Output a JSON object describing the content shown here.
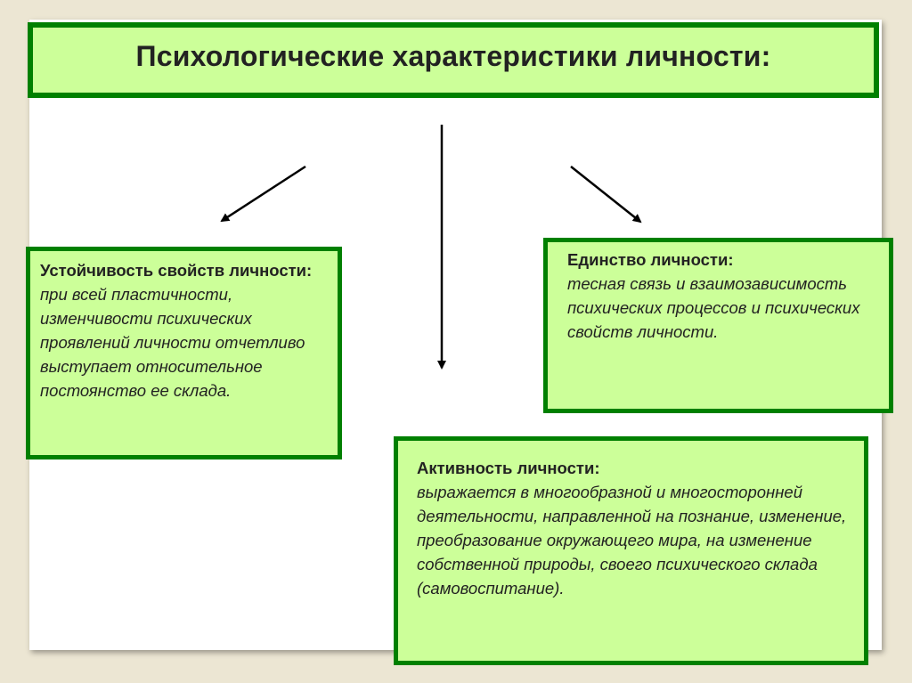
{
  "title": "Психологические характеристики личности:",
  "boxes": {
    "left": {
      "heading": "Устойчивость свойств личности:",
      "text": "при всей пластичности, изменчивости психических проявлений личности отчетливо выступает относительное постоянство ее склада."
    },
    "right": {
      "heading": "Единство личности:",
      "text": "тесная связь и взаимозависимость психических процессов и психических свойств личности."
    },
    "bottom": {
      "heading": "Активность личности:",
      "text": "выражается в многообразной и многосторонней деятельности, направленной на познание, изменение, преобразование окружающего мира, на изменение собственной природы, своего психического склада (самовоспитание)."
    }
  },
  "colors": {
    "box_fill": "#ccff99",
    "box_border": "#008000",
    "background": "#ece6d3",
    "arrow": "#000000"
  }
}
